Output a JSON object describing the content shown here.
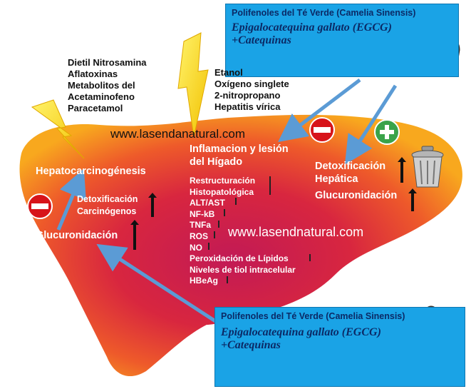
{
  "top_panel": {
    "header": "Polifenoles del Té Verde (Camelia Sinensis)",
    "line1": "Epigalocatequina gallato (EGCG)",
    "line2": "+Catequinas"
  },
  "bottom_panel": {
    "header": "Polifenoles del Té Verde (Camelia Sinensis)",
    "line1": "Epigalocatequina gallato (EGCG)",
    "line2": "+Catequinas"
  },
  "toxins_left": [
    "Dietil Nitrosamina",
    "Aflatoxinas",
    "Metabolitos del",
    "Acetaminofeno",
    "Paracetamol"
  ],
  "toxins_right": [
    "Etanol",
    "Oxígeno singlete",
    "2-nitropropano",
    "Hepatitis vírica"
  ],
  "watermark_top": "www.lasendanatural.com",
  "watermark_middle": "www.lasendnatural.com",
  "left_section": {
    "title": "Hepatocarcinogénesis",
    "detox": [
      "Detoxificación",
      "Carcinógenos"
    ],
    "gluc": "Glucuronidación"
  },
  "center_section": {
    "title": [
      "Inflamacion y lesión",
      "del Hígado"
    ],
    "items": [
      "Restructuración",
      "Histopatológica",
      "ALT/AST",
      "NF-kB",
      "TNFa",
      "ROS",
      "NO",
      "Peroxidación de Lípidos",
      "Niveles de tiol intracelular",
      "HBeAg"
    ]
  },
  "right_section": {
    "detox": [
      "Detoxificación",
      "Hepática"
    ],
    "gluc": "Glucuronidación"
  },
  "colors": {
    "liver_outer": "#f7a21c",
    "liver_inner": "#d41f4f",
    "panel": "#1aa3e6",
    "bolt": "#f5d90a",
    "inhibit": "#d7141a",
    "activate": "#3aa34a",
    "connector": "#5b9bd5"
  }
}
